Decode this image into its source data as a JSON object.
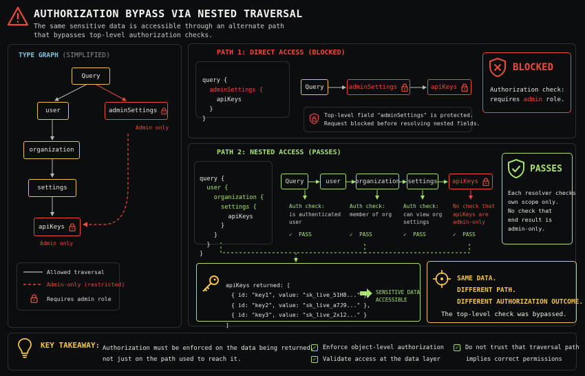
{
  "header": {
    "title": "AUTHORIZATION BYPASS VIA NESTED TRAVERSAL",
    "subtitle_line1": "The same sensitive data is accessible through an alternate path",
    "subtitle_line2": "that bypasses top-level authorization checks."
  },
  "graph": {
    "title": "TYPE GRAPH",
    "title_suffix": "(SIMPLIFIED)",
    "nodes": {
      "query": "Query",
      "user": "user",
      "admin_settings": "adminSettings",
      "organization": "organization",
      "settings": "settings",
      "api_keys": "apiKeys"
    },
    "admin_only_1": "Admin only",
    "admin_only_2": "Admin only",
    "legend": {
      "allowed": "Allowed traversal",
      "restricted": "Admin-only (restricted)",
      "requires_admin": "Requires admin role"
    }
  },
  "path1": {
    "title": "PATH 1: DIRECT ACCESS (BLOCKED)",
    "code": [
      "query {",
      "  adminSettings {",
      "    apiKeys",
      "  }",
      "}"
    ],
    "flow": [
      "Query",
      "adminSettings",
      "apiKeys"
    ],
    "note_line1": "Top-level field \"adminSettings\" is protected.",
    "note_line2": "Request blocked before resolving nested fields.",
    "blocked_title": "BLOCKED",
    "blocked_line1": "Authorization check:",
    "blocked_line2_pre": "requires ",
    "blocked_line2_role": "admin",
    "blocked_line2_post": " role."
  },
  "path2": {
    "title": "PATH 2: NESTED ACCESS (PASSES)",
    "code": [
      "query {",
      "  user {",
      "    organization {",
      "      settings {",
      "        apiKeys",
      "      }",
      "    }",
      "  }",
      "}"
    ],
    "flow": [
      "Query",
      "user",
      "organization",
      "settings",
      "apiKeys"
    ],
    "checks": [
      {
        "line1": "Auth check:",
        "line2": "is authenticated",
        "line3": "user",
        "result": "PASS"
      },
      {
        "line1": "Auth check:",
        "line2": "member of org",
        "line3": "",
        "result": "PASS"
      },
      {
        "line1": "Auth check:",
        "line2": "can view org",
        "line3": "settings",
        "result": "PASS"
      },
      {
        "line1": "No check that",
        "line2": "apiKeys are",
        "line3": "admin-only",
        "result": "PASS"
      }
    ],
    "passes_title": "PASSES",
    "passes_lines": [
      "Each resolver checks",
      "own scope only.",
      "No check that",
      "end result is",
      "admin-only."
    ],
    "returned_title": "apiKeys returned: [",
    "returned_rows": [
      "{ id: \"key1\", value: \"sk_live_51H8...\" },",
      "{ id: \"key2\", value: \"sk_live_a7J9...\" },",
      "{ id: \"key3\", value: \"sk_live_2x12...\" }"
    ],
    "returned_close": "]",
    "sensitive_line1": "SENSITIVE DATA",
    "sensitive_line2": "ACCESSIBLE"
  },
  "same_data": {
    "line1": "SAME DATA.",
    "line2": "DIFFERENT PATH.",
    "line3": "DIFFERENT AUTHORIZATION OUTCOME.",
    "line4": "The top-level check was bypassed."
  },
  "takeaway": {
    "label": "KEY TAKEAWAY:",
    "text_line1": "Authorization must be enforced on the data being returned,",
    "text_line2": "not just on the path used to reach it.",
    "items": [
      "Enforce object-level authorization",
      "Validate access at the data layer",
      "Do not trust that traversal path",
      "implies correct permissions"
    ]
  },
  "colors": {
    "red": "#ef4b3c",
    "green": "#a6e36c",
    "yellow": "#f2c24e",
    "background": "#0b0d0f"
  }
}
